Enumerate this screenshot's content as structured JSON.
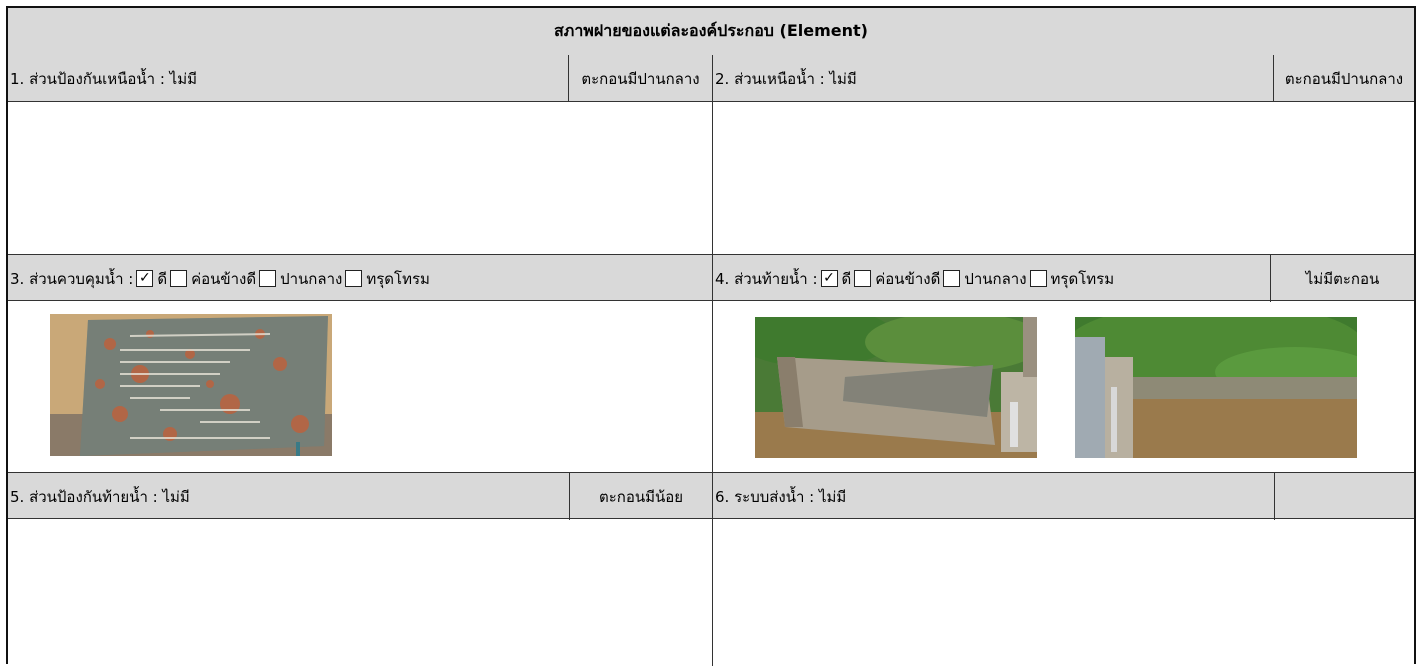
{
  "title": "สภาพฝายของแต่ละองค์ประกอบ (Element)",
  "sections": {
    "s1": {
      "label": "1. ส่วนป้องกันเหนือน้ำ : ไม่มี",
      "condition": "ตะกอนมีปานกลาง"
    },
    "s2": {
      "label": "2. ส่วนเหนือน้ำ : ไม่มี",
      "condition": "ตะกอนมีปานกลาง"
    },
    "s3": {
      "label": "3. ส่วนควบคุมน้ำ :",
      "options": [
        {
          "label": "ดี",
          "checked": true,
          "mark": "✓"
        },
        {
          "label": "ค่อนข้างดี",
          "checked": false,
          "mark": ""
        },
        {
          "label": "ปานกลาง",
          "checked": false,
          "mark": ""
        },
        {
          "label": "ทรุดโทรม",
          "checked": false,
          "mark": ""
        }
      ]
    },
    "s4": {
      "label": "4. ส่วนท้ายน้ำ :",
      "options": [
        {
          "label": "ดี",
          "checked": true,
          "mark": "✓"
        },
        {
          "label": "ค่อนข้างดี",
          "checked": false,
          "mark": ""
        },
        {
          "label": "ปานกลาง",
          "checked": false,
          "mark": ""
        },
        {
          "label": "ทรุดโทรม",
          "checked": false,
          "mark": ""
        }
      ],
      "condition": "ไม่มีตะกอน"
    },
    "s5": {
      "label": "5. ส่วนป้องกันท้ายน้ำ : ไม่มี",
      "condition": "ตะกอนมีน้อย"
    },
    "s6": {
      "label": "6. ระบบส่งน้ำ : ไม่มี",
      "condition": ""
    }
  },
  "colors": {
    "header_bg": "#d9d9d9",
    "border": "#333333",
    "rust": "#c0603a",
    "teal_plate": "#4f8f98",
    "water": "#9a7a4c",
    "vegetation": "#3f7a2e"
  }
}
